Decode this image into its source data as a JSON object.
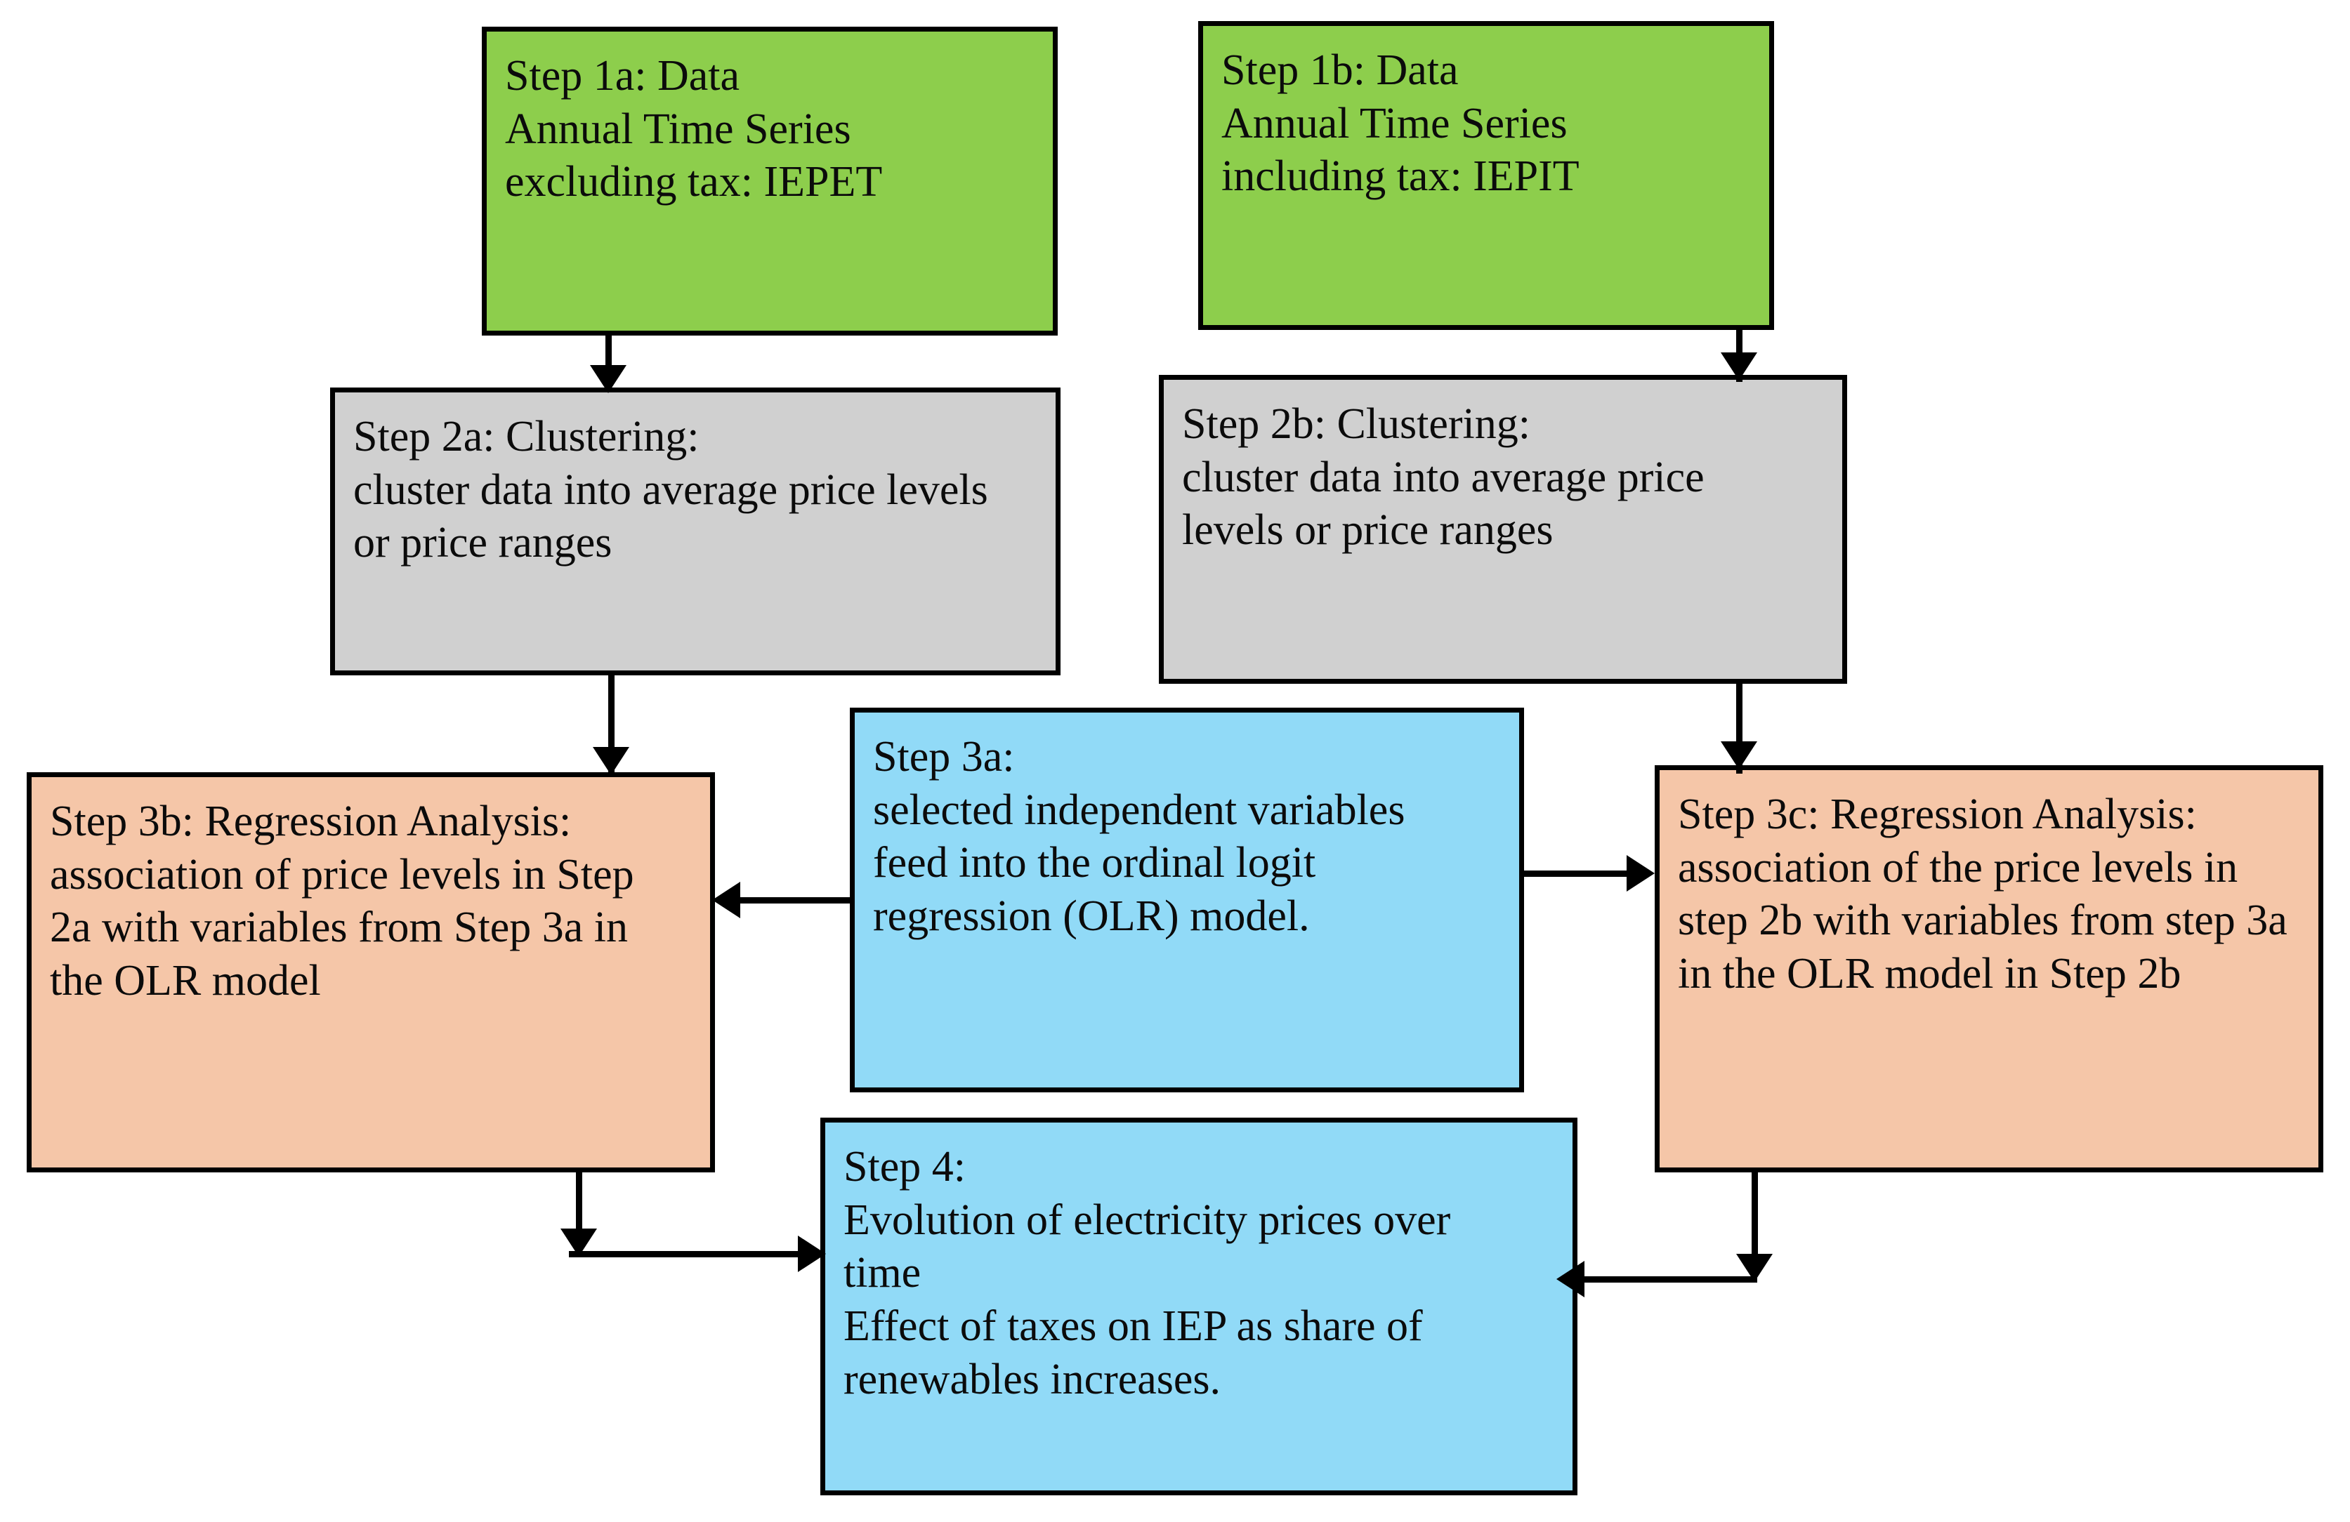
{
  "diagram": {
    "title": "Electricity price analysis methodology flowchart",
    "colors": {
      "green": "#8DCE4C",
      "grey": "#D0D0D0",
      "orange": "#F5C6A8",
      "blue": "#91DAF7",
      "outline": "#000000",
      "background": "#FFFFFF"
    },
    "nodes": {
      "step1a": {
        "id": "step1a",
        "color": "green",
        "text": "Step 1a: Data\nAnnual Time Series\nexcluding tax: IEPET"
      },
      "step1b": {
        "id": "step1b",
        "color": "green",
        "text": "Step 1b: Data\nAnnual Time Series\nincluding tax: IEPIT"
      },
      "step2a": {
        "id": "step2a",
        "color": "grey",
        "text": "Step 2a: Clustering:\ncluster data into average price levels\nor price ranges"
      },
      "step2b": {
        "id": "step2b",
        "color": "grey",
        "text": "Step 2b: Clustering:\ncluster data into average price\nlevels or price ranges"
      },
      "step3a": {
        "id": "step3a",
        "color": "blue",
        "text": "Step 3a:\nselected independent  variables\nfeed into the ordinal logit\nregression (OLR) model."
      },
      "step3b": {
        "id": "step3b",
        "color": "orange",
        "text": "Step 3b: Regression Analysis:\nassociation of price levels in Step\n2a with variables from Step 3a in\nthe OLR model"
      },
      "step3c": {
        "id": "step3c",
        "color": "orange",
        "text": "Step 3c: Regression Analysis:\nassociation of the price levels in\nstep 2b with variables from step 3a\nin the OLR model in Step 2b"
      },
      "step4": {
        "id": "step4",
        "color": "blue",
        "text": "Step 4:\nEvolution of electricity prices over\ntime\nEffect of taxes on IEP as share of\nrenewables increases."
      }
    },
    "edges": [
      {
        "id": "e1",
        "from": "step1a",
        "to": "step2a",
        "kind": "vertical-arrow-down"
      },
      {
        "id": "e2",
        "from": "step1b",
        "to": "step2b",
        "kind": "vertical-arrow-down"
      },
      {
        "id": "e3",
        "from": "step2a",
        "to": "step3b",
        "kind": "vertical-arrow-down"
      },
      {
        "id": "e4",
        "from": "step2b",
        "to": "step3c",
        "kind": "vertical-arrow-down"
      },
      {
        "id": "e5",
        "from": "step3a",
        "to": "step3b",
        "kind": "horizontal-arrow-left"
      },
      {
        "id": "e6",
        "from": "step3a",
        "to": "step3c",
        "kind": "horizontal-arrow-right"
      },
      {
        "id": "e7",
        "from": "step3b",
        "to": "step4",
        "kind": "elbow-down-then-right"
      },
      {
        "id": "e8",
        "from": "step3c",
        "to": "step4",
        "kind": "elbow-down-then-left"
      }
    ]
  }
}
